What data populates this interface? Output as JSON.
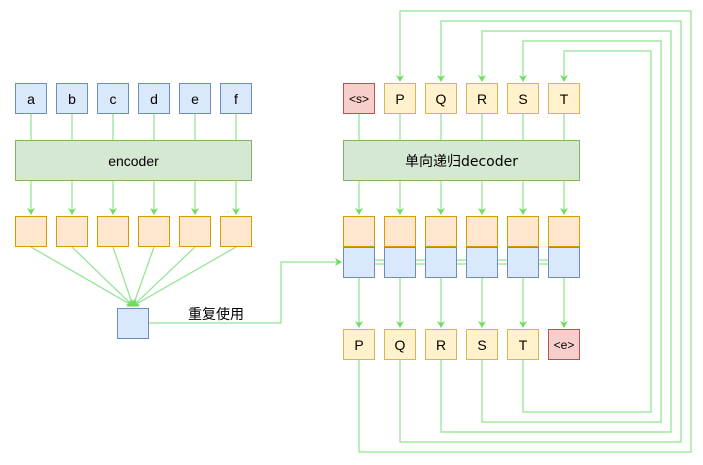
{
  "encoder": {
    "inputs": [
      "a",
      "b",
      "c",
      "d",
      "e",
      "f"
    ],
    "label": "encoder",
    "reuse_label": "重复使用"
  },
  "decoder": {
    "inputs": [
      "<s>",
      "P",
      "Q",
      "R",
      "S",
      "T"
    ],
    "label": "单向递归decoder",
    "outputs": [
      "P",
      "Q",
      "R",
      "S",
      "T",
      "<e>"
    ]
  },
  "colors": {
    "arrow": "#7fe07f",
    "blue_fill": "#dae8fc",
    "green_fill": "#d5e8d4",
    "orange_fill": "#ffe6cc",
    "yellow_fill": "#fff2cc",
    "red_fill": "#f8cecc"
  }
}
